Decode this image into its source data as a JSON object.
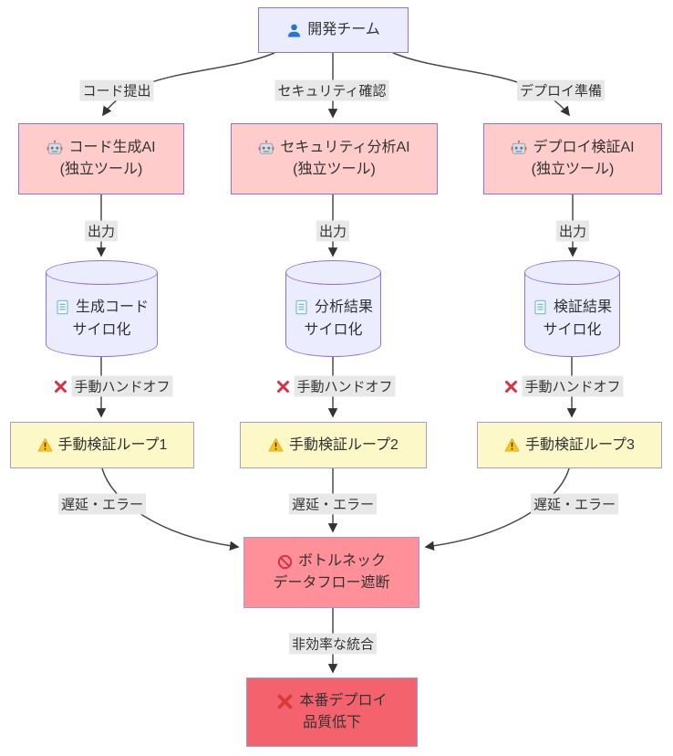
{
  "diagram": {
    "nodes": {
      "dev_team": {
        "label": "開発チーム",
        "icon": "user-icon"
      },
      "code_gen_ai": {
        "line1": "コード生成AI",
        "line2": "(独立ツール)",
        "icon": "robot-icon"
      },
      "security_ai": {
        "line1": "セキュリティ分析AI",
        "line2": "(独立ツール)",
        "icon": "robot-icon"
      },
      "deploy_ai": {
        "line1": "デプロイ検証AI",
        "line2": "(独立ツール)",
        "icon": "robot-icon"
      },
      "code_silo": {
        "line1": "生成コード",
        "line2": "サイロ化",
        "icon": "document-icon",
        "shape": "cylinder"
      },
      "analysis_silo": {
        "line1": "分析結果",
        "line2": "サイロ化",
        "icon": "document-icon",
        "shape": "cylinder"
      },
      "verify_silo": {
        "line1": "検証結果",
        "line2": "サイロ化",
        "icon": "document-icon",
        "shape": "cylinder"
      },
      "manual_loop_1": {
        "label": "手動検証ループ1",
        "icon": "warning-icon"
      },
      "manual_loop_2": {
        "label": "手動検証ループ2",
        "icon": "warning-icon"
      },
      "manual_loop_3": {
        "label": "手動検証ループ3",
        "icon": "warning-icon"
      },
      "bottleneck": {
        "line1": "ボトルネック",
        "line2": "データフロー遮断",
        "icon": "no-entry-icon"
      },
      "production": {
        "line1": "本番デプロイ",
        "line2": "品質低下",
        "icon": "cross-icon"
      }
    },
    "edge_labels": {
      "code_submit": "コード提出",
      "security_check": "セキュリティ確認",
      "deploy_prep": "デプロイ準備",
      "output": "出力",
      "manual_handoff": "手動ハンドオフ",
      "delay_error": "遅延・エラー",
      "inefficient_integration": "非効率な統合"
    },
    "colors": {
      "node_lavender": "#ECECFF",
      "node_border_purple": "#9370DB",
      "node_pink": "#FFCCCC",
      "node_yellow": "#FCF8C8",
      "node_salmon": "#FF8F98",
      "node_red": "#F4636D",
      "soft_border_purple": "#A79ACE",
      "edge_stroke": "#4A4A4A",
      "label_bg": "#E8E8E8",
      "icon_blue": "#2175D9",
      "icon_red": "#DD2E44",
      "icon_warning_yellow": "#FCC21D"
    }
  }
}
